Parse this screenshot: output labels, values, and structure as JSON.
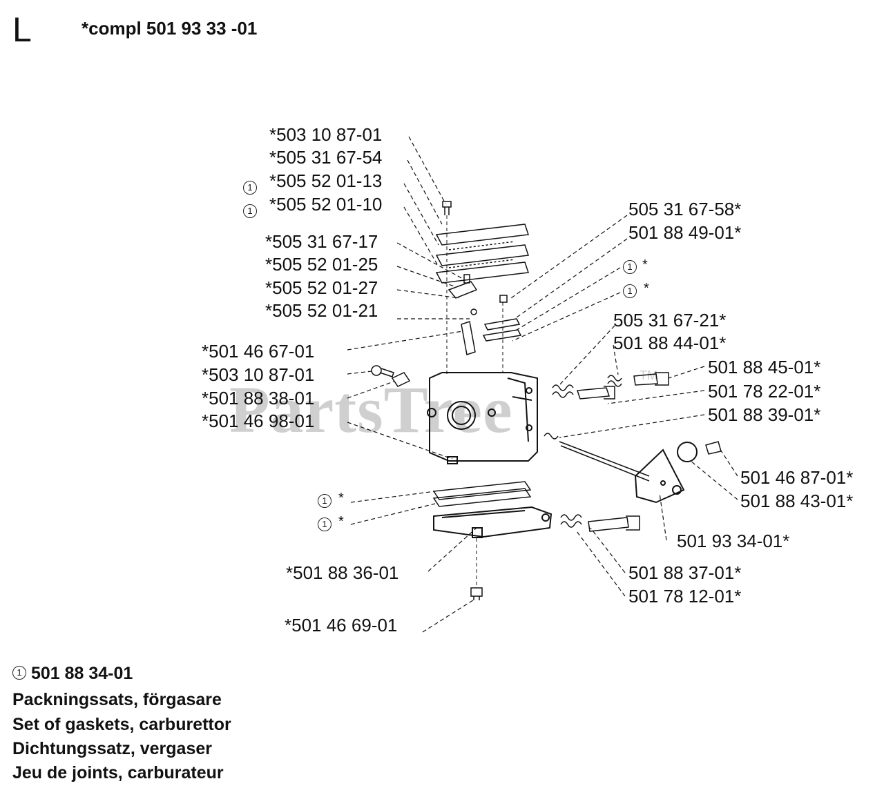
{
  "header": {
    "section_letter": "L",
    "kit_title": "*compl 501 93 33 -01"
  },
  "watermark": {
    "text": "PartsTree",
    "tm": "TM"
  },
  "callout_symbol": "1",
  "parts_left": [
    "*503 10 87-01",
    "*505 31 67-54",
    "*505 52 01-13",
    "*505 52 01-10",
    "*505 31 67-17",
    "*505 52 01-25",
    "*505 52 01-27",
    "*505 52 01-21",
    "*501 46 67-01",
    "*503 10 87-01",
    "*501 88 38-01",
    "*501 46 98-01"
  ],
  "parts_right_upper": [
    "505 31 67-58*",
    "501 88 49-01*"
  ],
  "callouts_right": [
    "*",
    "*"
  ],
  "parts_right": [
    "505 31 67-21*",
    "501 88 44-01*",
    "501 88 45-01*",
    "501 78 22-01*",
    "501 88 39-01*",
    "501 46 87-01*",
    "501 88 43-01*",
    "501 93 34-01*"
  ],
  "callouts_lower_left": [
    "*",
    "*"
  ],
  "parts_bottom": [
    "*501 88 36-01",
    "501 88 37-01*",
    "501 78 12-01*",
    "*501 46 69-01"
  ],
  "footer": {
    "kit_number": "501 88 34-01",
    "lines": [
      "Packningssats, förgasare",
      "Set of gaskets, carburettor",
      "Dichtungssatz, vergaser",
      "Jeu de joints, carburateur"
    ]
  }
}
